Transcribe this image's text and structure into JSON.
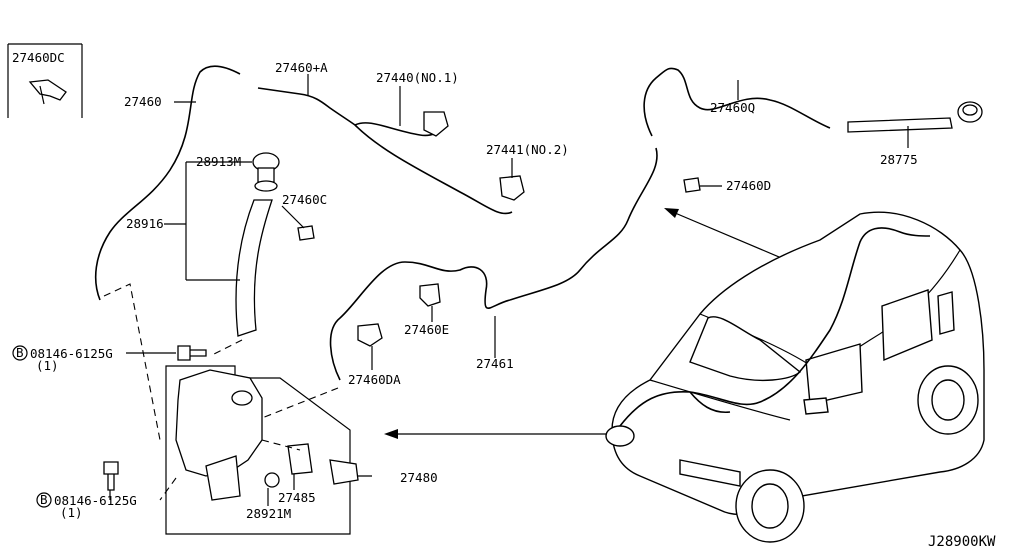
{
  "labels": {
    "p27460dc": "27460DC",
    "p27460": "27460",
    "p27460a": "27460+A",
    "p27440": "27440(NO.1)",
    "p27441": "27441(NO.2)",
    "p28913m": "28913M",
    "p27460c": "27460C",
    "p28916": "28916",
    "p27460q": "27460Q",
    "p28775": "28775",
    "p27460d": "27460D",
    "p27460e": "27460E",
    "p27461": "27461",
    "p27460da": "27460DA",
    "bolt1": "08146-6125G",
    "bolt1_qty": "(1)",
    "bolt2": "08146-6125G",
    "bolt2_qty": "(1)",
    "p27480": "27480",
    "p27485": "27485",
    "p28921m": "28921M",
    "bolt_marker": "B",
    "diagram_code": "J28900KW"
  }
}
